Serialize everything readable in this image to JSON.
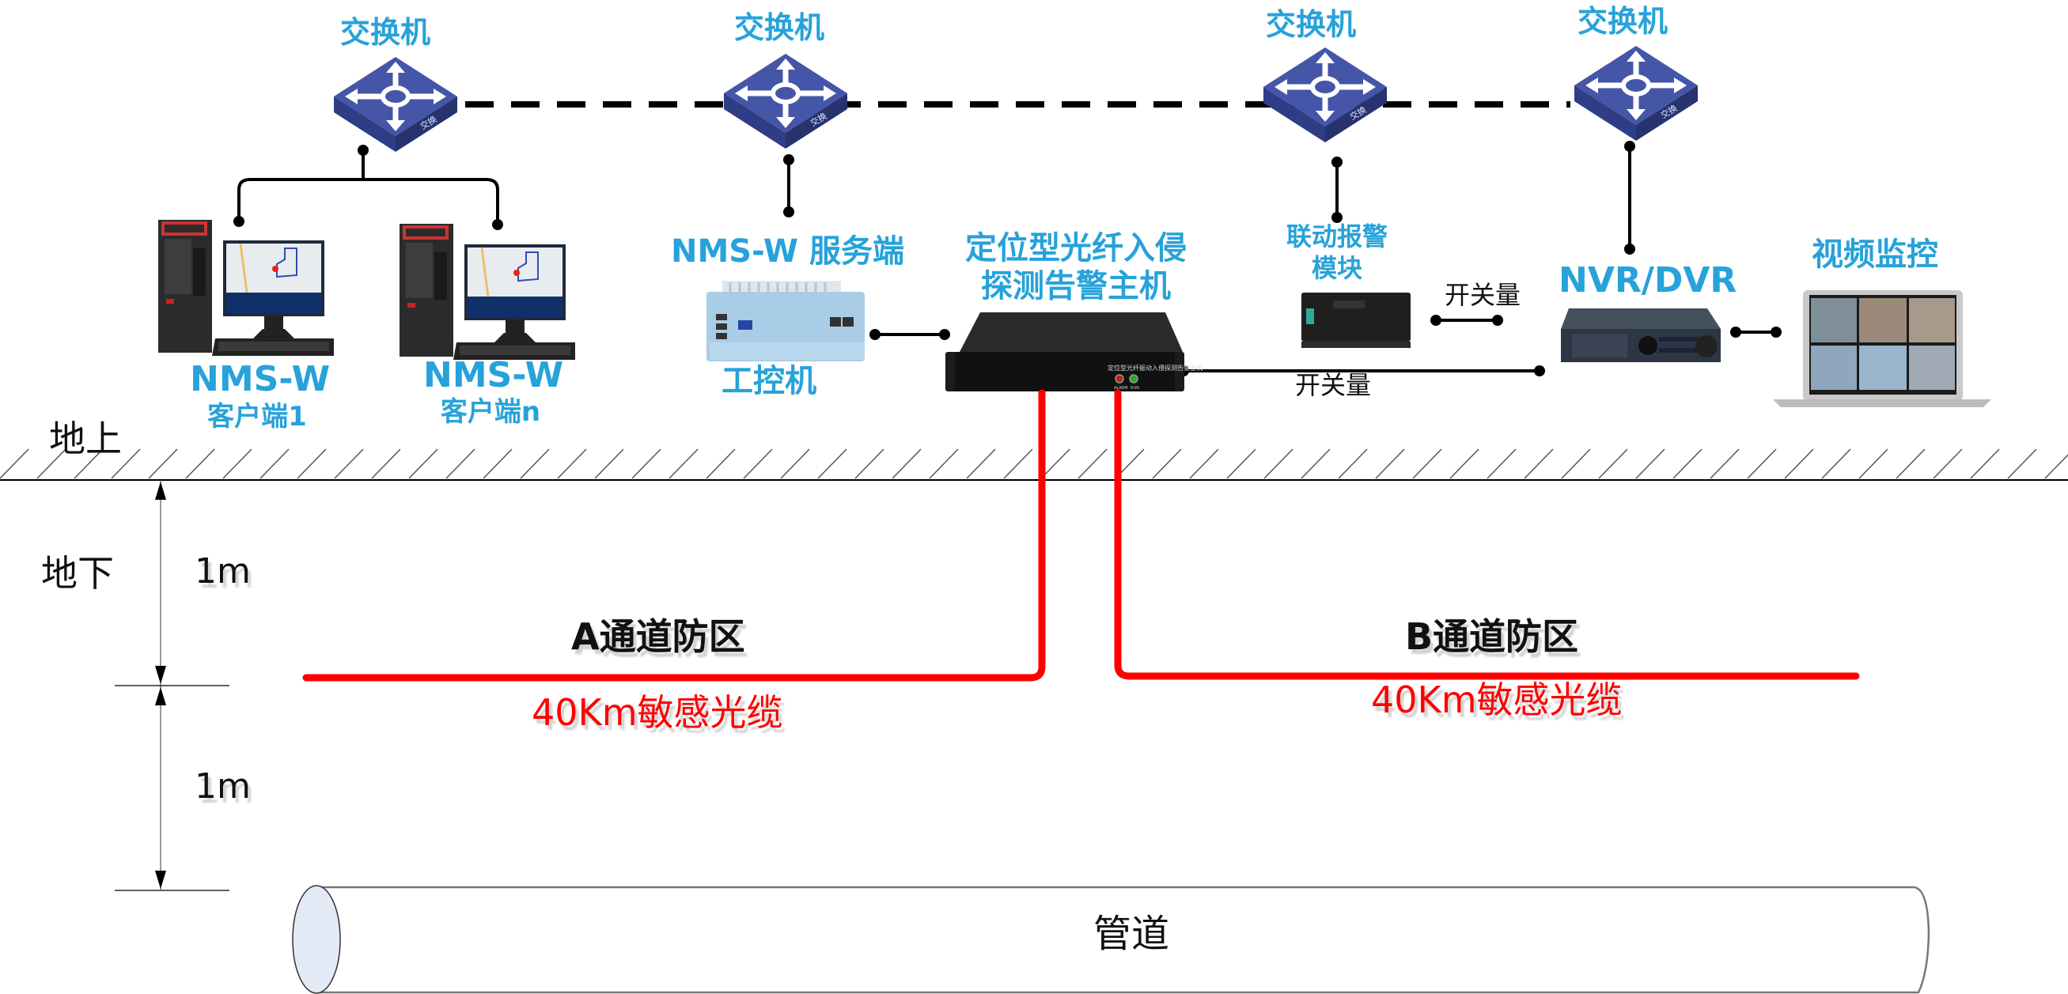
{
  "title": "定位型光纤入侵探测系统拓扑图",
  "colors": {
    "label_blue": "#27a2da",
    "cable_red": "#ff0000",
    "switch_blue": "#3c4b9a",
    "line_black": "#000000"
  },
  "switches": [
    {
      "label": "交换机",
      "icon": "network-switch-icon"
    },
    {
      "label": "交换机",
      "icon": "network-switch-icon"
    },
    {
      "label": "交换机",
      "icon": "network-switch-icon"
    },
    {
      "label": "交换机",
      "icon": "network-switch-icon"
    }
  ],
  "clients": [
    {
      "line1": "NMS-W",
      "line2": "客户端1",
      "icon": "desktop-computer-icon"
    },
    {
      "line1": "NMS-W",
      "line2": "客户端n",
      "icon": "desktop-computer-icon"
    }
  ],
  "server": {
    "title": "NMS-W 服务端",
    "subtitle": "工控机",
    "icon": "industrial-pc-icon"
  },
  "host": {
    "line1": "定位型光纤入侵",
    "line2": "探测告警主机",
    "panel_text": "定位型光纤振动入侵探测告警主机",
    "led_alarm": "ALARM",
    "led_run": "RUN",
    "icon": "rack-host-icon"
  },
  "linkage": {
    "line1": "联动报警",
    "line2": "模块",
    "icon": "alarm-module-icon"
  },
  "nvr": {
    "label": "NVR/DVR",
    "icon": "nvr-recorder-icon"
  },
  "video": {
    "label": "视频监控",
    "icon": "laptop-monitor-icon"
  },
  "connections": {
    "switch_qty_label_1": "开关量",
    "switch_qty_label_2": "开关量"
  },
  "ground": {
    "above": "地上",
    "below": "地下"
  },
  "dimensions": {
    "depth_1": "1m",
    "depth_2": "1m"
  },
  "zones": [
    {
      "name": "A通道防区",
      "cable": "40Km敏感光缆"
    },
    {
      "name": "B通道防区",
      "cable": "40Km敏感光缆"
    }
  ],
  "pipe": {
    "label": "管道"
  }
}
